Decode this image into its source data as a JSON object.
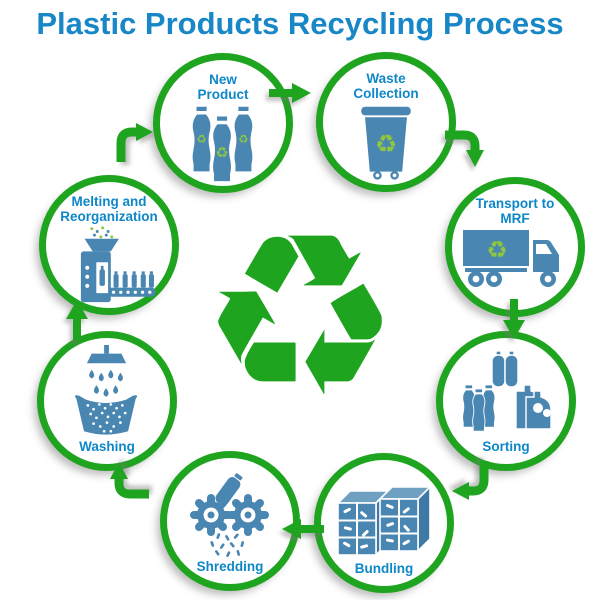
{
  "title": "Plastic Products Recycling Process",
  "colors": {
    "title_blue": "#1787C8",
    "label_blue": "#0E87C9",
    "green": "#1FA41F",
    "icon_blue": "#4A86B2",
    "accent_lime": "#8DC63F"
  },
  "center": {
    "glyph": "♻",
    "name": "recycling-symbol"
  },
  "glyphs": {
    "recycle": "♻"
  },
  "steps": [
    {
      "id": "new-product",
      "label": "New\nProduct",
      "icon": "bottles-icon"
    },
    {
      "id": "waste-collection",
      "label": "Waste\nCollection",
      "icon": "trash-bin-icon"
    },
    {
      "id": "transport-mrf",
      "label": "Transport to\nMRF",
      "icon": "truck-icon"
    },
    {
      "id": "sorting",
      "label": "Sorting",
      "icon": "sorted-containers-icon"
    },
    {
      "id": "bundling",
      "label": "Bundling",
      "icon": "bales-icon"
    },
    {
      "id": "shredding",
      "label": "Shredding",
      "icon": "shredder-icon"
    },
    {
      "id": "washing",
      "label": "Washing",
      "icon": "washing-icon"
    },
    {
      "id": "melting",
      "label": "Melting and\nReorganization",
      "icon": "melting-machine-icon"
    }
  ]
}
